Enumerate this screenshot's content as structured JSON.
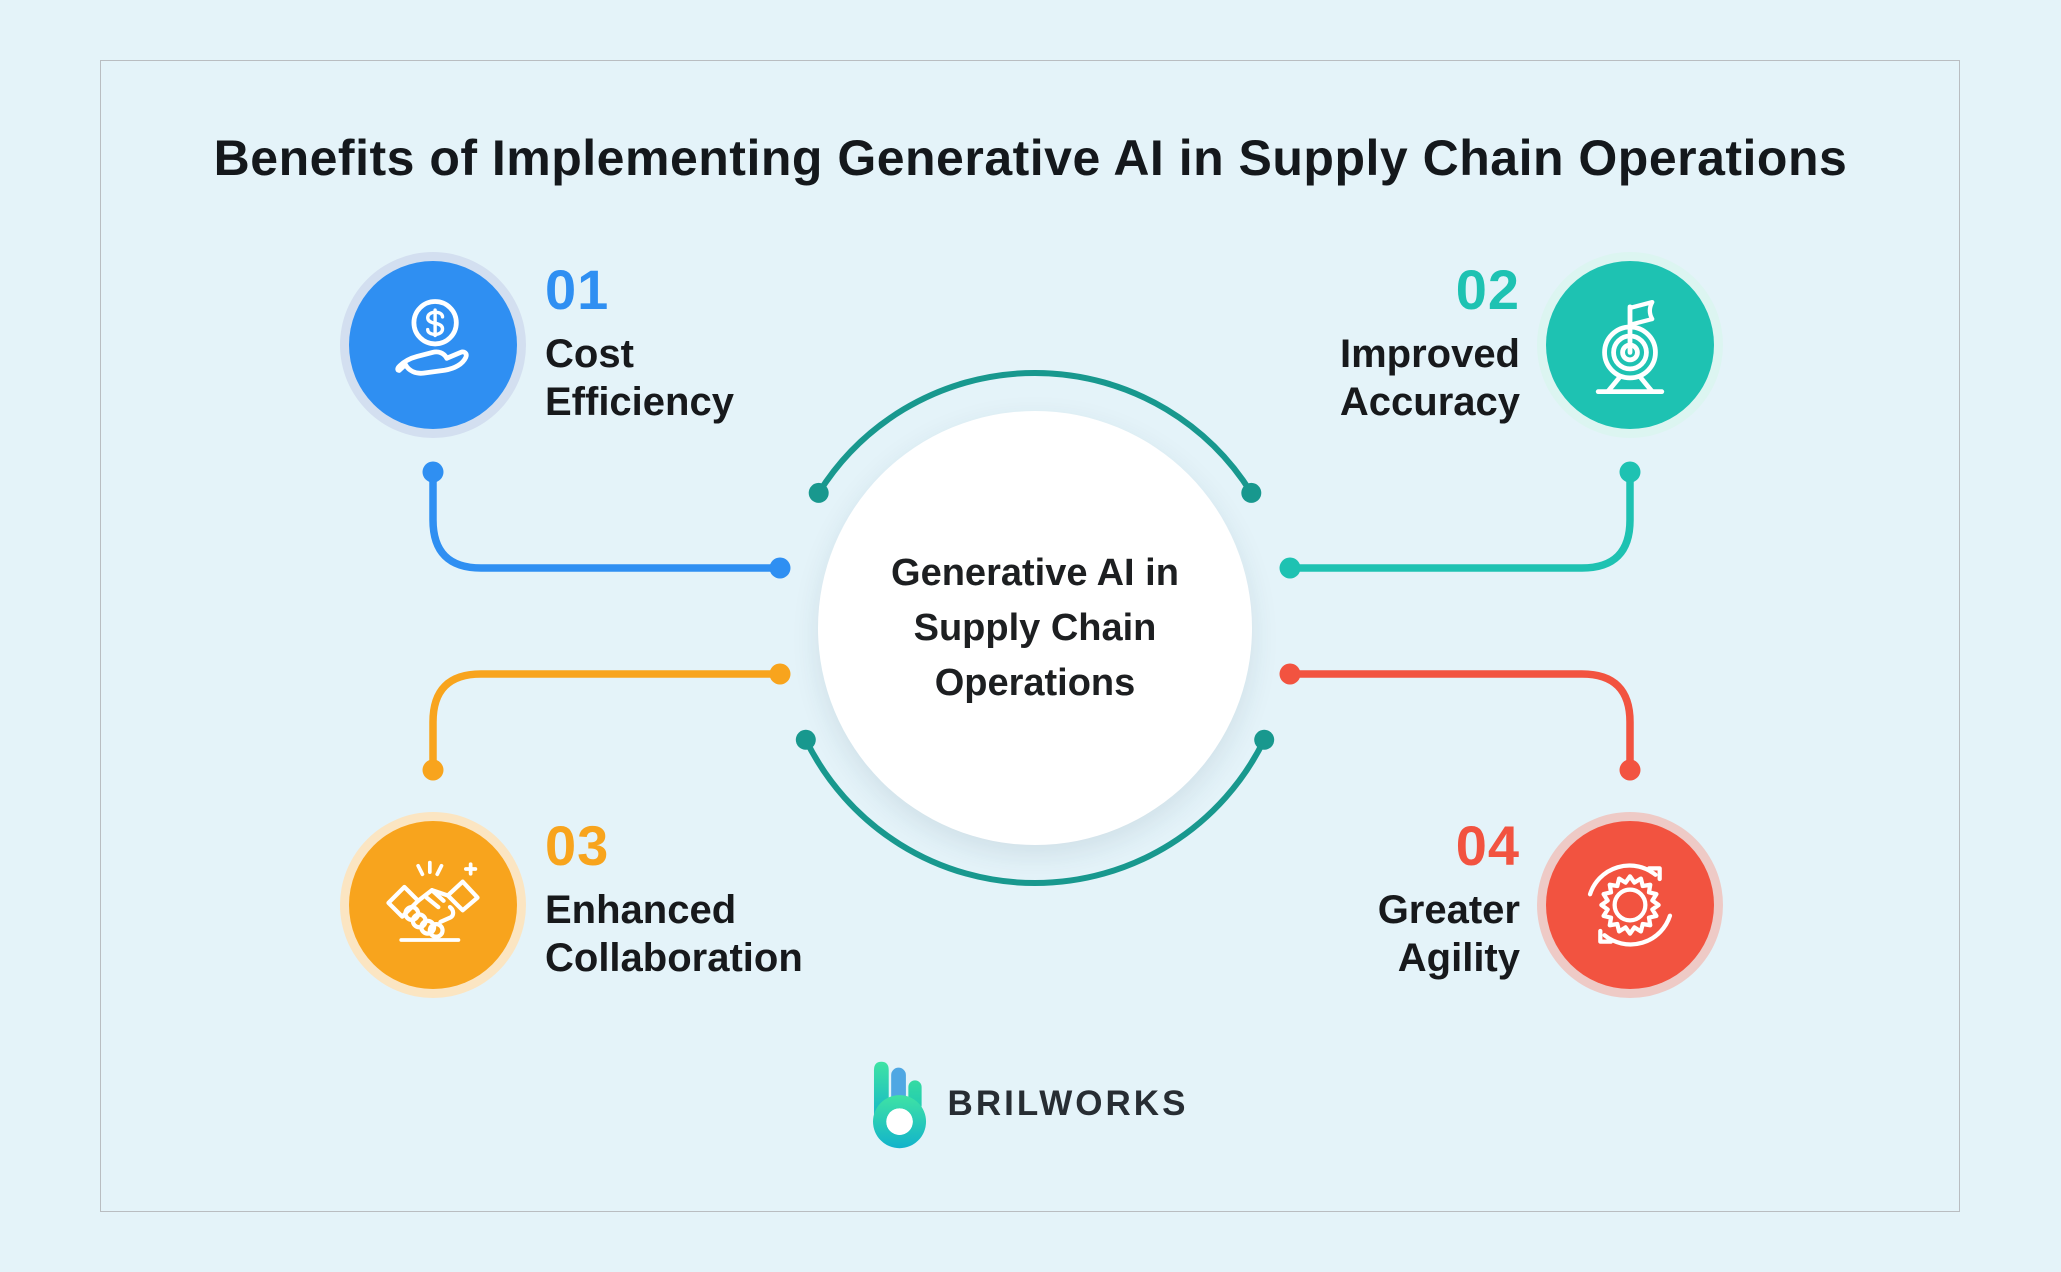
{
  "title": "Benefits of Implementing Generative AI in Supply Chain Operations",
  "center_circle": {
    "line1": "Generative AI in",
    "line2": "Supply Chain",
    "line3": "Operations"
  },
  "benefits": [
    {
      "number": "01",
      "label_line1": "Cost",
      "label_line2": "Efficiency",
      "icon": "money-hand-icon",
      "color": "#2F8FF2"
    },
    {
      "number": "02",
      "label_line1": "Improved",
      "label_line2": "Accuracy",
      "icon": "target-flag-icon",
      "color": "#1EC2B2"
    },
    {
      "number": "03",
      "label_line1": "Enhanced",
      "label_line2": "Collaboration",
      "icon": "handshake-icon",
      "color": "#F8A41D"
    },
    {
      "number": "04",
      "label_line1": "Greater",
      "label_line2": "Agility",
      "icon": "gear-cycle-icon",
      "color": "#F25340"
    }
  ],
  "footer": {
    "brand": "BRILWORKS"
  },
  "colors": {
    "background": "#E4F3F9",
    "frame_border": "#B9BDC1",
    "blue": "#2F8FF2",
    "blue_ring": "#D3DFF0",
    "teal": "#1EC2B2",
    "teal_ring": "#DCF5F1",
    "orange": "#F8A41D",
    "orange_ring": "#FBE5C2",
    "red": "#F25340",
    "red_ring": "#EECAC6",
    "arc_teal": "#18988E",
    "text_dark": "#14181C"
  }
}
